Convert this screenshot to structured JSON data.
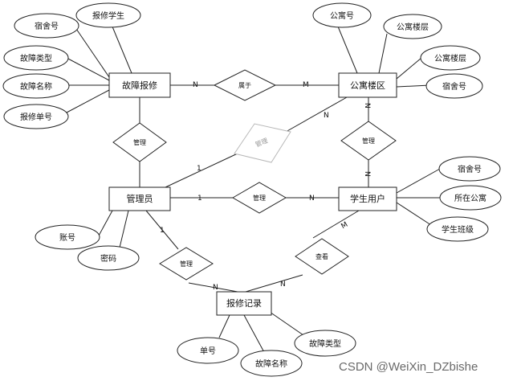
{
  "entities": {
    "fault_repair": "故障报修",
    "apartment_building": "公寓楼区",
    "admin": "管理员",
    "student_user": "学生用户",
    "repair_record": "报修记录"
  },
  "relationships": {
    "belongs_to": "属于",
    "manage_admin_building": "管理",
    "manage_admin_fault": "管理",
    "manage_building_student": "管理",
    "manage_admin_student": "管理",
    "manage_admin_record": "管理",
    "query_student_record": "查看"
  },
  "attributes": {
    "fault_repair": [
      "宿舍号",
      "报修学生",
      "故障类型",
      "故障名称",
      "报修单号"
    ],
    "apartment_building": [
      "公寓号",
      "公寓楼层",
      "公寓楼层",
      "宿舍号"
    ],
    "admin": [
      "账号",
      "密码"
    ],
    "student_user": [
      "宿舍号",
      "所在公寓",
      "学生班级"
    ],
    "repair_record": [
      "单号",
      "故障名称",
      "故障类型"
    ]
  },
  "cardinalities": {
    "fault_to_belongs": "N",
    "belongs_to_building": "M",
    "building_to_manage_top": "N",
    "manage_to_student_top": "N",
    "admin_to_manage_building": "1",
    "manage_building_to_building": "N",
    "admin_to_manage_student": "1",
    "manage_student_to_student": "N",
    "admin_to_manage_record": "1",
    "manage_record_to_record": "N",
    "student_to_query": "M",
    "query_to_record": "N"
  },
  "watermark": "CSDN @WeiXin_DZbishe"
}
